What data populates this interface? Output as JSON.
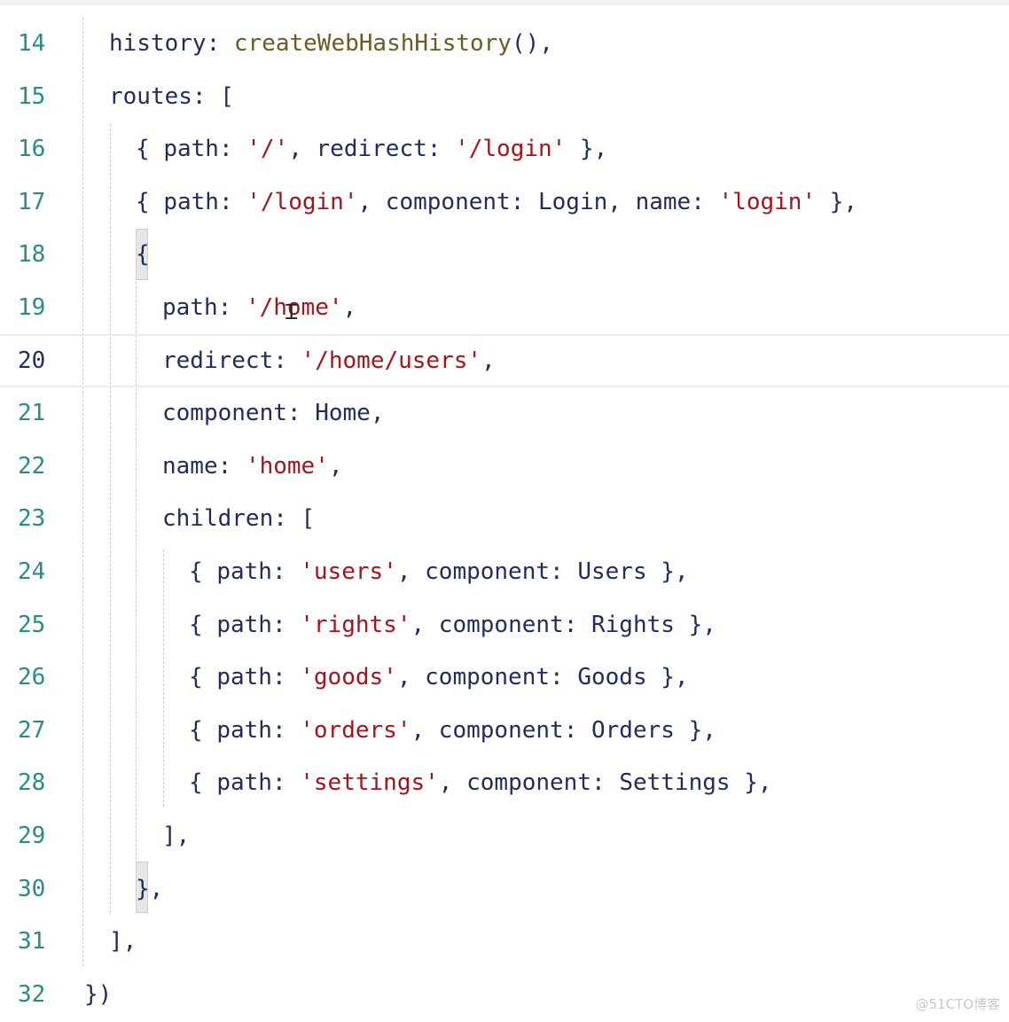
{
  "editor": {
    "lines": [
      {
        "n": "14",
        "tokens": [
          [
            "t-key",
            "history"
          ],
          [
            "t-punc",
            ": "
          ],
          [
            "t-fn",
            "createWebHashHistory"
          ],
          [
            "t-punc",
            "(),"
          ]
        ]
      },
      {
        "n": "15",
        "tokens": [
          [
            "t-key",
            "routes"
          ],
          [
            "t-punc",
            ": ["
          ]
        ]
      },
      {
        "n": "16",
        "tokens": [
          [
            "t-punc",
            "{ "
          ],
          [
            "t-key",
            "path"
          ],
          [
            "t-punc",
            ": "
          ],
          [
            "t-str",
            "'/'"
          ],
          [
            "t-punc",
            ", "
          ],
          [
            "t-key",
            "redirect"
          ],
          [
            "t-punc",
            ": "
          ],
          [
            "t-str",
            "'/login'"
          ],
          [
            "t-punc",
            " },"
          ]
        ]
      },
      {
        "n": "17",
        "tokens": [
          [
            "t-punc",
            "{ "
          ],
          [
            "t-key",
            "path"
          ],
          [
            "t-punc",
            ": "
          ],
          [
            "t-str",
            "'/login'"
          ],
          [
            "t-punc",
            ", "
          ],
          [
            "t-key",
            "component"
          ],
          [
            "t-punc",
            ": "
          ],
          [
            "t-id",
            "Login"
          ],
          [
            "t-punc",
            ", "
          ],
          [
            "t-key",
            "name"
          ],
          [
            "t-punc",
            ": "
          ],
          [
            "t-str",
            "'login'"
          ],
          [
            "t-punc",
            " },"
          ]
        ]
      },
      {
        "n": "18",
        "tokens": [
          [
            "t-punc",
            "{"
          ]
        ]
      },
      {
        "n": "19",
        "tokens": [
          [
            "t-key",
            "path"
          ],
          [
            "t-punc",
            ": "
          ],
          [
            "t-str",
            "'/home'"
          ],
          [
            "t-punc",
            ","
          ]
        ]
      },
      {
        "n": "20",
        "tokens": [
          [
            "t-key",
            "redirect"
          ],
          [
            "t-punc",
            ": "
          ],
          [
            "t-str",
            "'/home/users'"
          ],
          [
            "t-punc",
            ","
          ]
        ]
      },
      {
        "n": "21",
        "tokens": [
          [
            "t-key",
            "component"
          ],
          [
            "t-punc",
            ": "
          ],
          [
            "t-id",
            "Home"
          ],
          [
            "t-punc",
            ","
          ]
        ]
      },
      {
        "n": "22",
        "tokens": [
          [
            "t-key",
            "name"
          ],
          [
            "t-punc",
            ": "
          ],
          [
            "t-str",
            "'home'"
          ],
          [
            "t-punc",
            ","
          ]
        ]
      },
      {
        "n": "23",
        "tokens": [
          [
            "t-key",
            "children"
          ],
          [
            "t-punc",
            ": ["
          ]
        ]
      },
      {
        "n": "24",
        "tokens": [
          [
            "t-punc",
            "{ "
          ],
          [
            "t-key",
            "path"
          ],
          [
            "t-punc",
            ": "
          ],
          [
            "t-str",
            "'users'"
          ],
          [
            "t-punc",
            ", "
          ],
          [
            "t-key",
            "component"
          ],
          [
            "t-punc",
            ": "
          ],
          [
            "t-id",
            "Users"
          ],
          [
            "t-punc",
            " },"
          ]
        ]
      },
      {
        "n": "25",
        "tokens": [
          [
            "t-punc",
            "{ "
          ],
          [
            "t-key",
            "path"
          ],
          [
            "t-punc",
            ": "
          ],
          [
            "t-str",
            "'rights'"
          ],
          [
            "t-punc",
            ", "
          ],
          [
            "t-key",
            "component"
          ],
          [
            "t-punc",
            ": "
          ],
          [
            "t-id",
            "Rights"
          ],
          [
            "t-punc",
            " },"
          ]
        ]
      },
      {
        "n": "26",
        "tokens": [
          [
            "t-punc",
            "{ "
          ],
          [
            "t-key",
            "path"
          ],
          [
            "t-punc",
            ": "
          ],
          [
            "t-str",
            "'goods'"
          ],
          [
            "t-punc",
            ", "
          ],
          [
            "t-key",
            "component"
          ],
          [
            "t-punc",
            ": "
          ],
          [
            "t-id",
            "Goods"
          ],
          [
            "t-punc",
            " },"
          ]
        ]
      },
      {
        "n": "27",
        "tokens": [
          [
            "t-punc",
            "{ "
          ],
          [
            "t-key",
            "path"
          ],
          [
            "t-punc",
            ": "
          ],
          [
            "t-str",
            "'orders'"
          ],
          [
            "t-punc",
            ", "
          ],
          [
            "t-key",
            "component"
          ],
          [
            "t-punc",
            ": "
          ],
          [
            "t-id",
            "Orders"
          ],
          [
            "t-punc",
            " },"
          ]
        ]
      },
      {
        "n": "28",
        "tokens": [
          [
            "t-punc",
            "{ "
          ],
          [
            "t-key",
            "path"
          ],
          [
            "t-punc",
            ": "
          ],
          [
            "t-str",
            "'settings'"
          ],
          [
            "t-punc",
            ", "
          ],
          [
            "t-key",
            "component"
          ],
          [
            "t-punc",
            ": "
          ],
          [
            "t-id",
            "Settings"
          ],
          [
            "t-punc",
            " },"
          ]
        ]
      },
      {
        "n": "29",
        "tokens": [
          [
            "t-punc",
            "],"
          ]
        ]
      },
      {
        "n": "30",
        "tokens": [
          [
            "t-punc",
            "},"
          ]
        ]
      },
      {
        "n": "31",
        "tokens": [
          [
            "t-punc",
            "],"
          ]
        ]
      },
      {
        "n": "32",
        "tokens": [
          [
            "t-punc",
            "})"
          ]
        ]
      }
    ],
    "colors": {
      "line_number": "#2a8a86",
      "identifier": "#1f2c5c",
      "string": "#a3151d",
      "function": "#6b5a24"
    }
  },
  "cursor_icon": "text-cursor-icon",
  "watermark": "@51CTO博客"
}
